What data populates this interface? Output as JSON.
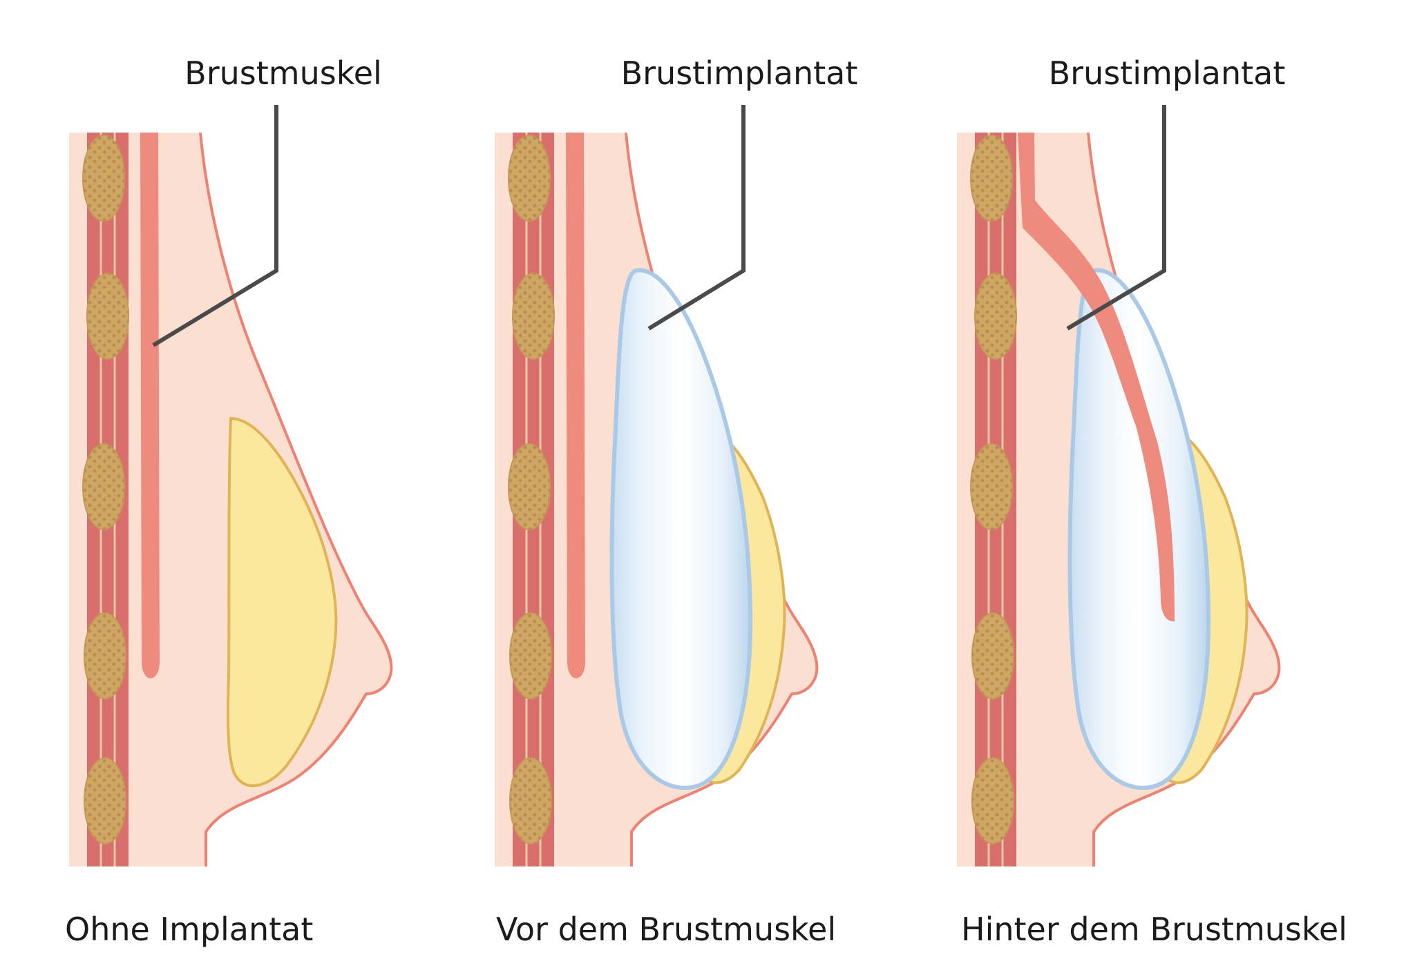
{
  "diagram": {
    "colors": {
      "skin": "#fbe0d2",
      "skin_outline": "#ef8072",
      "muscle": "#ef8a7e",
      "rib_muscle": "#d86f6b",
      "rib_line": "#f6c7a6",
      "bone": "#cfa763",
      "bone_dot": "#a77a48",
      "gland_fill": "#fbe89e",
      "gland_outline": "#e0b455",
      "implant_outline": "#a9c9e6",
      "implant_fill": "#dcecf8",
      "leader": "#4a4a4a"
    },
    "panels": [
      {
        "callout": "Brustmuskel",
        "caption": "Ohne Implantat"
      },
      {
        "callout": "Brustimplantat",
        "caption": "Vor dem Brustmuskel"
      },
      {
        "callout": "Brustimplantat",
        "caption": "Hinter dem Brustmuskel"
      }
    ]
  }
}
